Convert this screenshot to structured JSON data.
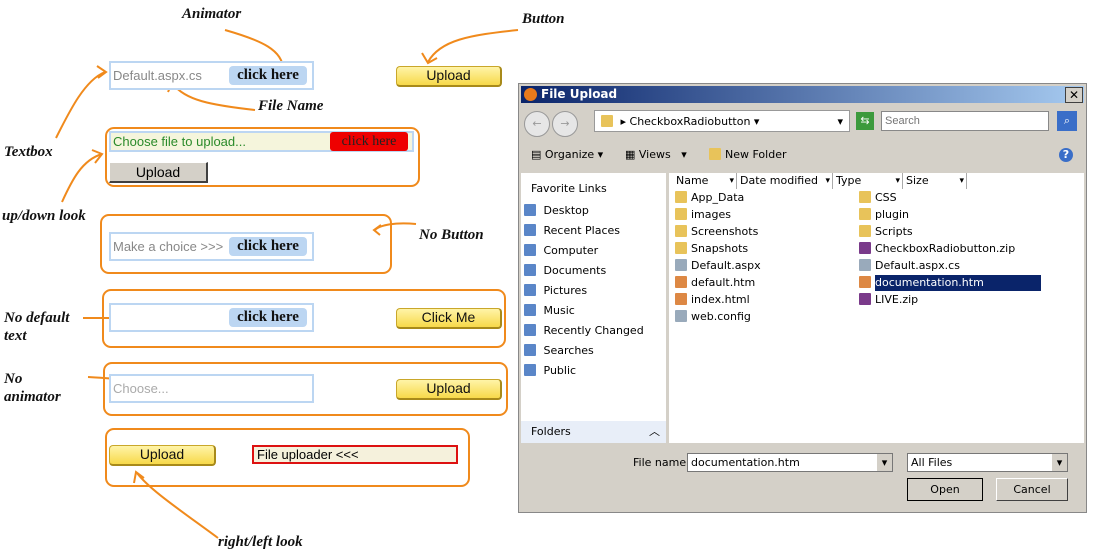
{
  "annotations": {
    "animator": "Animator",
    "button": "Button",
    "file_name": "File Name",
    "textbox": "Textbox",
    "updown": "up/down look",
    "no_button": "No Button",
    "no_default_1": "No default",
    "no_default_2": "text",
    "no_animator_1": "No",
    "no_animator_2": "animator",
    "rightleft": "right/left look"
  },
  "demo1": {
    "filename": "Default.aspx.cs",
    "browse": "click here",
    "upload": "Upload"
  },
  "demo2": {
    "placeholder": "Choose file to upload...",
    "browse": "click here",
    "upload": "Upload"
  },
  "demo3": {
    "placeholder": "Make a choice >>>",
    "browse": "click here"
  },
  "demo4": {
    "browse": "click here",
    "button": "Click Me"
  },
  "demo5": {
    "placeholder": "Choose...",
    "upload": "Upload"
  },
  "demo6": {
    "upload": "Upload",
    "label": "File uploader <<<"
  },
  "dialog": {
    "title": "File Upload",
    "path": "CheckboxRadiobutton",
    "search_placeholder": "Search",
    "toolbar": {
      "organize": "Organize",
      "views": "Views",
      "new_folder": "New Folder"
    },
    "favorites_title": "Favorite Links",
    "favorites": [
      "Desktop",
      "Recent Places",
      "Computer",
      "Documents",
      "Pictures",
      "Music",
      "Recently Changed",
      "Searches",
      "Public"
    ],
    "folders": "Folders",
    "columns": [
      "Name",
      "Date modified",
      "Type",
      "Size"
    ],
    "files_col1": [
      "App_Data",
      "images",
      "Screenshots",
      "Snapshots",
      "Default.aspx",
      "default.htm",
      "index.html",
      "web.config"
    ],
    "files_col2": [
      "CSS",
      "plugin",
      "Scripts",
      "CheckboxRadiobutton.zip",
      "Default.aspx.cs",
      "documentation.htm",
      "LIVE.zip"
    ],
    "selected": "documentation.htm",
    "file_name_label": "File name:",
    "file_name_value": "documentation.htm",
    "filter": "All Files",
    "open": "Open",
    "cancel": "Cancel"
  }
}
